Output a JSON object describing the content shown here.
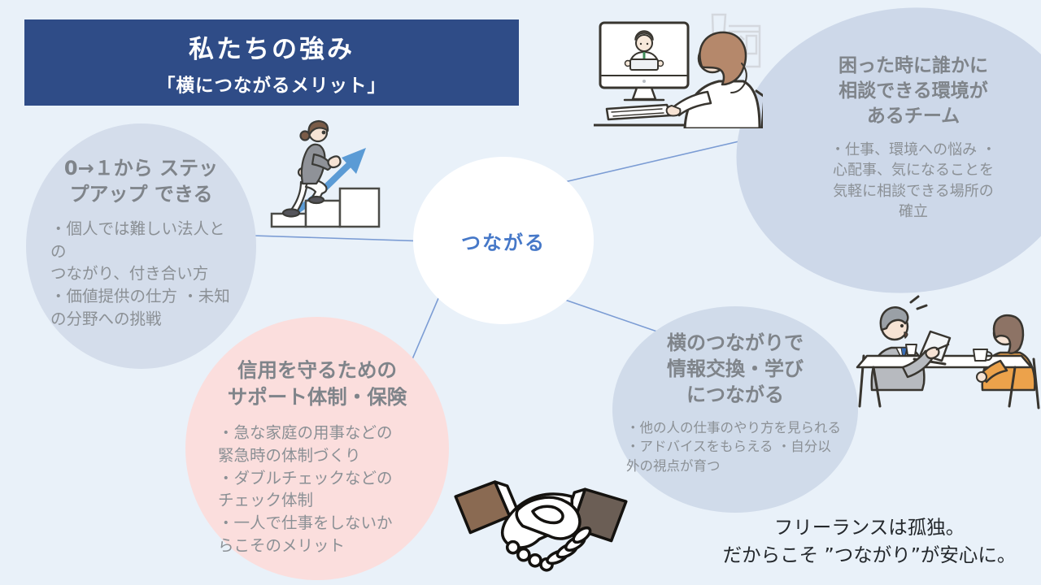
{
  "header": {
    "title": "私たちの強み",
    "subtitle": "「横につながるメリット」"
  },
  "center": {
    "label": "つながる"
  },
  "bubbles": {
    "step_up": {
      "title": "0→１から ステッ\nプアップ できる",
      "details": "・個人では難しい法人との\nつながり、付き合い方\n・価値提供の仕方 ・未知\nの分野への挑戦"
    },
    "consult": {
      "title": "困った時に誰かに\n相談できる環境が\nあるチーム",
      "details": "・仕事、環境への悩み ・\n心配事、気になることを\n気軽に相談できる場所の\n確立"
    },
    "support": {
      "title": "信用を守るための\nサポート体制・保険",
      "details": "・急な家庭の用事などの\n緊急時の体制づくり\n・ダブルチェックなどの\nチェック体制\n・一人で仕事をしないか\nらこそのメリット"
    },
    "learning": {
      "title": "横のつながりで\n情報交換・学び\nにつながる",
      "details": "・他の人の仕事のやり方を見られる\n・アドバイスをもらえる ・自分以\n外の視点が育つ"
    }
  },
  "footer": {
    "message": "フリーランスは孤独。\nだからこそ ”つながり”が安心に。"
  },
  "illustrations": {
    "video_call": "video-call-illustration",
    "stair_climb": "stair-climb-illustration",
    "handshake": "handshake-illustration",
    "meeting": "meeting-illustration"
  },
  "colors": {
    "background": "#e9f1f9",
    "header_bg": "#2f4c87",
    "bubble_blue": "#d2dcea",
    "bubble_pink": "#fbdedd",
    "center_bg": "#ffffff",
    "center_text": "#4678c8",
    "connector_line": "#7b9cd4",
    "title_text": "#7f848a",
    "body_text": "#8b9095",
    "footer_text": "#24282c",
    "arrow_blue": "#5b9bd5"
  }
}
